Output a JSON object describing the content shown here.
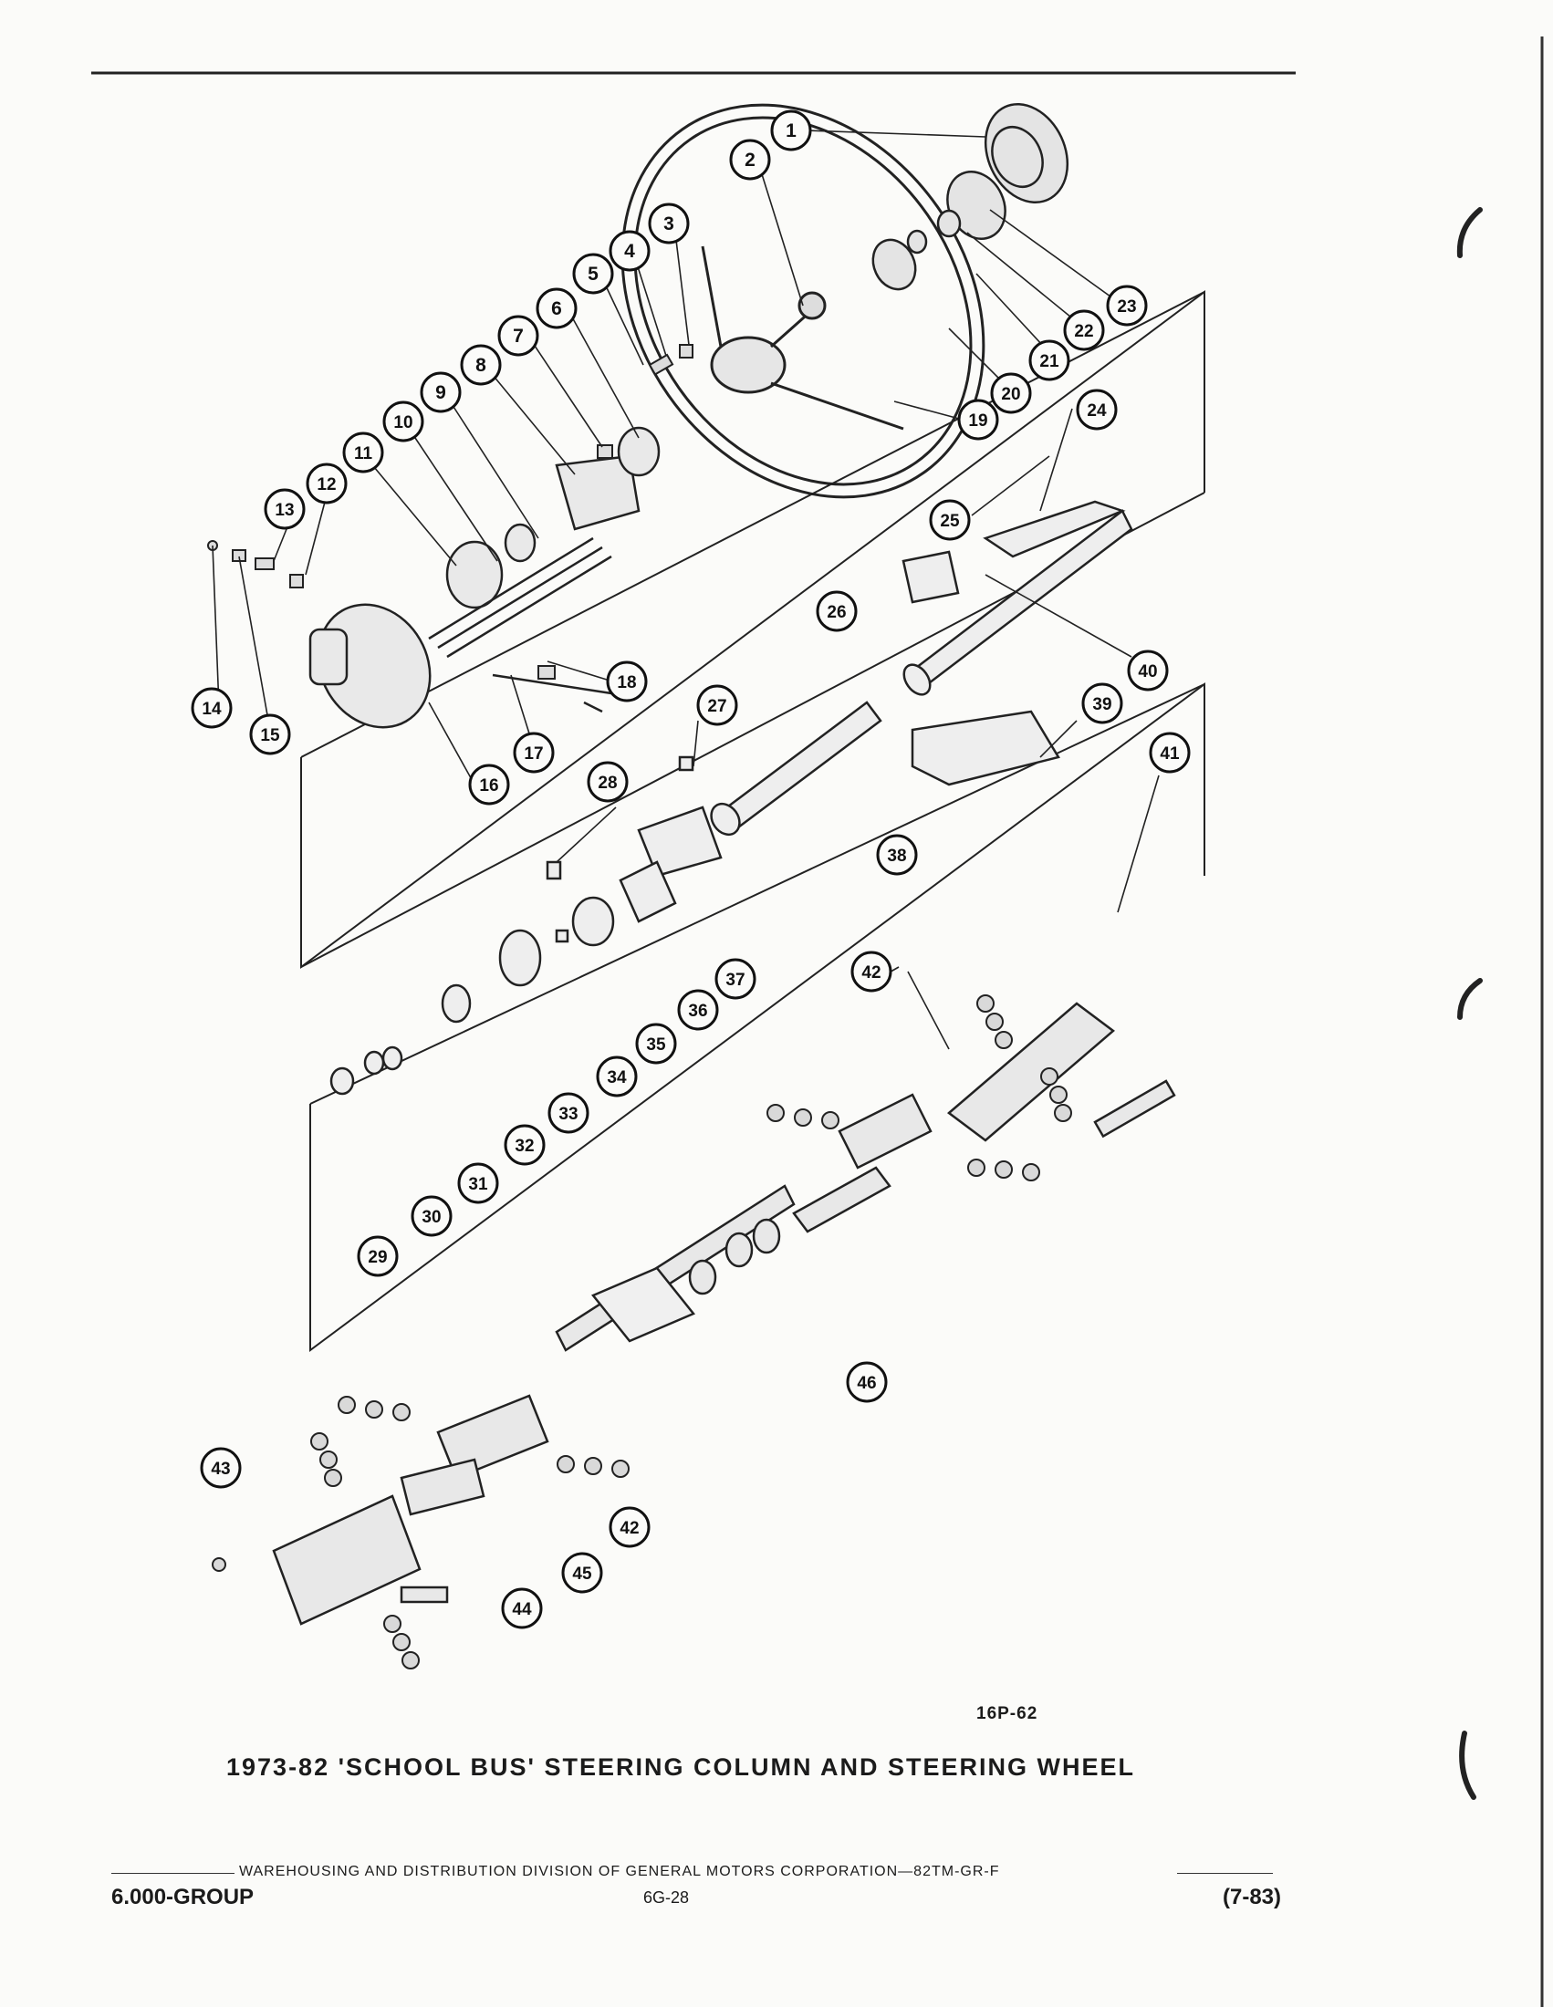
{
  "figure": {
    "id_label": "16P-62",
    "title": "1973-82 'SCHOOL BUS' STEERING COLUMN AND STEERING WHEEL"
  },
  "footer": {
    "division": "WAREHOUSING AND DISTRIBUTION DIVISION OF GENERAL MOTORS CORPORATION—82TM-GR-F",
    "group": "6.000-GROUP",
    "page": "6G-28",
    "date": "(7-83)"
  },
  "callouts": [
    "1",
    "2",
    "3",
    "4",
    "5",
    "6",
    "7",
    "8",
    "9",
    "10",
    "11",
    "12",
    "13",
    "14",
    "15",
    "16",
    "17",
    "18",
    "19",
    "20",
    "21",
    "22",
    "23",
    "24",
    "25",
    "26",
    "27",
    "28",
    "29",
    "30",
    "31",
    "32",
    "33",
    "34",
    "35",
    "36",
    "37",
    "38",
    "39",
    "40",
    "41",
    "42",
    "42",
    "43",
    "44",
    "45",
    "46"
  ]
}
